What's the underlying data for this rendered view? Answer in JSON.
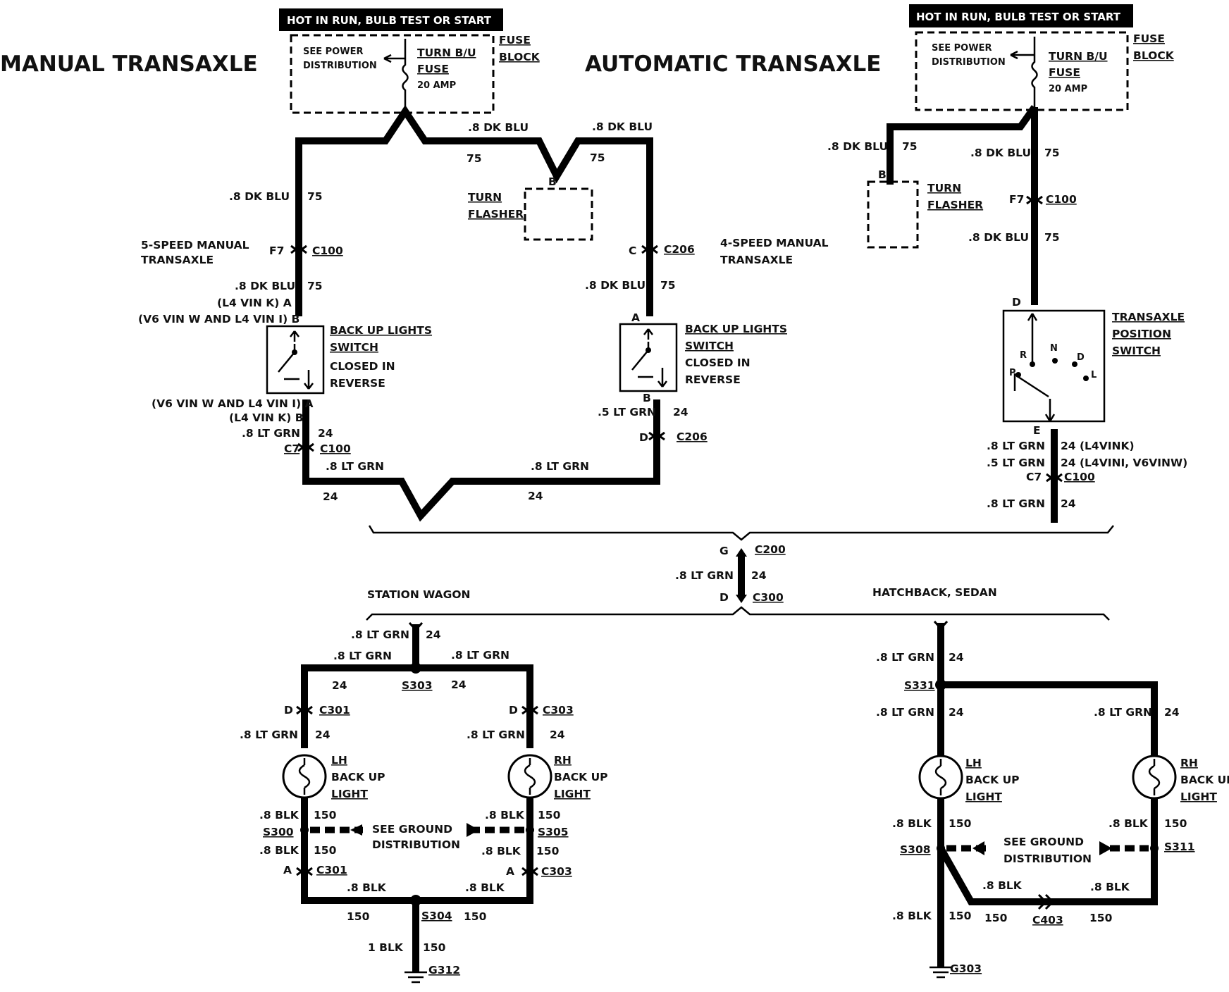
{
  "sections": {
    "manual_title": "MANUAL TRANSAXLE",
    "automatic_title": "AUTOMATIC TRANSAXLE",
    "station_wagon": "STATION WAGON",
    "hatchback_sedan": "HATCHBACK, SEDAN"
  },
  "hot_banner_left": "HOT IN RUN, BULB TEST OR START",
  "hot_banner_right": "HOT IN RUN, BULB TEST OR START",
  "fuse_left": {
    "see_power_1": "SEE POWER",
    "see_power_2": "DISTRIBUTION",
    "fuse_name_1": "TURN B/U",
    "fuse_name_2": "FUSE",
    "rating": "20 AMP",
    "block_1": "FUSE",
    "block_2": "BLOCK"
  },
  "fuse_right": {
    "see_power_1": "SEE POWER",
    "see_power_2": "DISTRIBUTION",
    "fuse_name_1": "TURN B/U",
    "fuse_name_2": "FUSE",
    "rating": "20 AMP",
    "block_1": "FUSE",
    "block_2": "BLOCK"
  },
  "wires": {
    "dk_blu": ".8 DK BLU",
    "c75": "75",
    "lt_grn": ".8 LT GRN",
    "lt_grn_5": ".5 LT GRN",
    "c24": "24",
    "blk": ".8 BLK",
    "blk_1": "1 BLK",
    "c150": "150",
    "c24_l4vink": "24 (L4VINK)",
    "c24_l4vini": "24 (L4VINI, V6VINW)"
  },
  "components": {
    "turn_1": "TURN",
    "flasher": "FLASHER",
    "five_speed_1": "5-SPEED MANUAL",
    "five_speed_2": "TRANSAXLE",
    "four_speed_1": "4-SPEED MANUAL",
    "four_speed_2": "TRANSAXLE",
    "backup_switch_1": "BACK UP LIGHTS",
    "backup_switch_2": "SWITCH",
    "closed_1": "CLOSED IN",
    "closed_2": "REVERSE",
    "trans_pos_1": "TRANSAXLE",
    "trans_pos_2": "POSITION",
    "trans_pos_3": "SWITCH",
    "lh": "LH",
    "rh": "RH",
    "backup": "BACK UP",
    "light": "LIGHT",
    "see_ground_1": "SEE GROUND",
    "see_ground_2": "DISTRIBUTION",
    "vin_a_top": "(L4 VIN K) A",
    "vin_b_top": "(V6 VIN W AND L4 VIN I) B",
    "vin_a_bot": "(V6 VIN W AND L4 VIN I) A",
    "vin_b_bot": "(L4 VIN K) B",
    "gear_p": "P",
    "gear_r": "R",
    "gear_n": "N",
    "gear_d": "D",
    "gear_l": "L"
  },
  "connectors": {
    "c100": "C100",
    "c206": "C206",
    "c200": "C200",
    "c300": "C300",
    "c301": "C301",
    "c303": "C303",
    "c403": "C403",
    "s303": "S303",
    "s300": "S300",
    "s305": "S305",
    "s304": "S304",
    "s331": "S331",
    "s308": "S308",
    "s311": "S311",
    "g312": "G312",
    "g303": "G303"
  },
  "pins": {
    "f7": "F7",
    "c7": "C7",
    "a": "A",
    "b": "B",
    "c": "C",
    "d": "D",
    "e": "E",
    "g": "G"
  }
}
